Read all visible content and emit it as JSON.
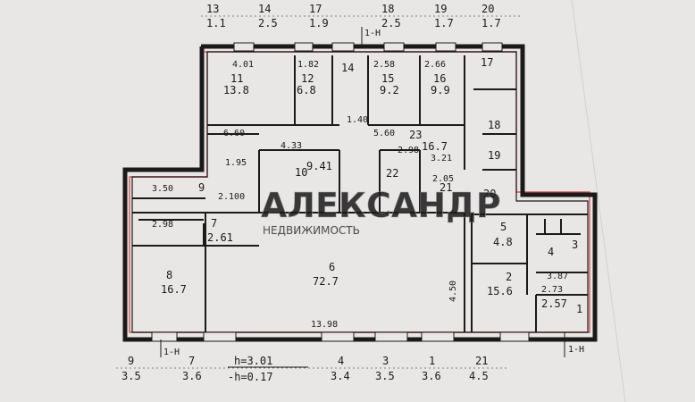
{
  "top_windows": [
    {
      "id": "13",
      "area": "1.1"
    },
    {
      "id": "14",
      "area": "2.5"
    },
    {
      "id": "17",
      "area": "1.9"
    },
    {
      "id": "18",
      "area": "2.5"
    },
    {
      "id": "19",
      "area": "1.7"
    },
    {
      "id": "20",
      "area": "1.7"
    }
  ],
  "bottom_windows": [
    {
      "id": "9",
      "area": "3.5"
    },
    {
      "id": "7",
      "area": "3.6"
    },
    {
      "id": "4",
      "area": "3.4"
    },
    {
      "id": "3",
      "area": "3.5"
    },
    {
      "id": "1",
      "area": "3.6"
    },
    {
      "id": "21",
      "area": "4.5"
    }
  ],
  "height_note": {
    "line1": "h=3.01",
    "line2": "-h=0.17"
  },
  "section_marks": {
    "top": "1-H",
    "bottom_left": "1-H",
    "bottom_right": "1-H"
  },
  "rooms": [
    {
      "id": "11",
      "area": "13.8"
    },
    {
      "id": "12",
      "area": "6.8"
    },
    {
      "id": "14",
      "area": ""
    },
    {
      "id": "15",
      "area": "9.2"
    },
    {
      "id": "16",
      "area": "9.9"
    },
    {
      "id": "17",
      "area": ""
    },
    {
      "id": "18",
      "area": ""
    },
    {
      "id": "19",
      "area": ""
    },
    {
      "id": "20",
      "area": ""
    },
    {
      "id": "23",
      "area": "16.7"
    },
    {
      "id": "10",
      "area": "9.41"
    },
    {
      "id": "22",
      "area": ""
    },
    {
      "id": "21",
      "area": ""
    },
    {
      "id": "9",
      "area": ""
    },
    {
      "id": "7",
      "area": "2.61"
    },
    {
      "id": "8",
      "area": "16.7"
    },
    {
      "id": "6",
      "area": "72.7"
    },
    {
      "id": "5",
      "area": "4.8"
    },
    {
      "id": "4",
      "area": ""
    },
    {
      "id": "3",
      "area": ""
    },
    {
      "id": "2",
      "area": "15.6"
    },
    {
      "id": "1",
      "area": "2.57"
    }
  ],
  "dimensions": [
    "4.01",
    "1.82",
    "2.58",
    "2.66",
    "6.60",
    "1.40",
    "5.60",
    "4.33",
    "2.98",
    "1.95",
    "3.21",
    "3.50",
    "2.100",
    "2.05",
    "2.98",
    "13.98",
    "4.50",
    "2.73",
    "3.87"
  ],
  "watermark": {
    "title": "АЛЕКСАНДР",
    "subtitle": "НЕДВИЖИМОСТЬ"
  },
  "colors": {
    "paper": "#e9e7e6",
    "ink": "#1a1a1a",
    "red_outline": "#d9534f",
    "watermark": "#ffffff"
  }
}
